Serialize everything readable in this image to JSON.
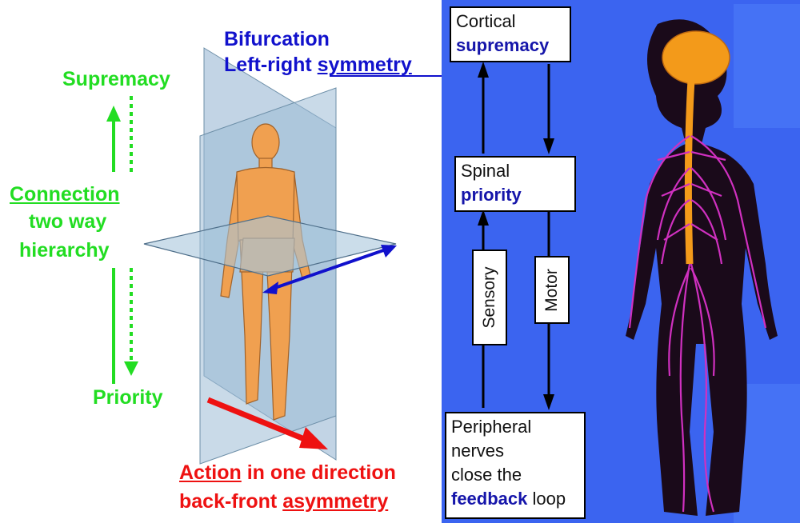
{
  "left": {
    "bifurcation": "Bifurcation",
    "left_right": "Left-right",
    "symmetry": "symmetry",
    "supremacy": "Supremacy",
    "connection": "Connection",
    "two_way": "two way",
    "hierarchy": "hierarchy",
    "priority": "Priority",
    "action": "Action",
    "in_one_direction": "in one direction",
    "back_front": "back-front",
    "asymmetry": "asymmetry"
  },
  "right": {
    "cortical": "Cortical",
    "supremacy": "supremacy",
    "spinal": "Spinal",
    "priority": "priority",
    "sensory": "Sensory",
    "motor": "Motor",
    "peripheral": "Peripheral",
    "nerves": "nerves",
    "close_the": "close the",
    "feedback": "feedback",
    "loop": "loop"
  },
  "colors": {
    "green": "#22dd22",
    "blue": "#1111cc",
    "red": "#ee1111",
    "panel_blue": "#3b64f0",
    "nerve_pink": "#d030c0",
    "brain_orange": "#f39a1a"
  }
}
